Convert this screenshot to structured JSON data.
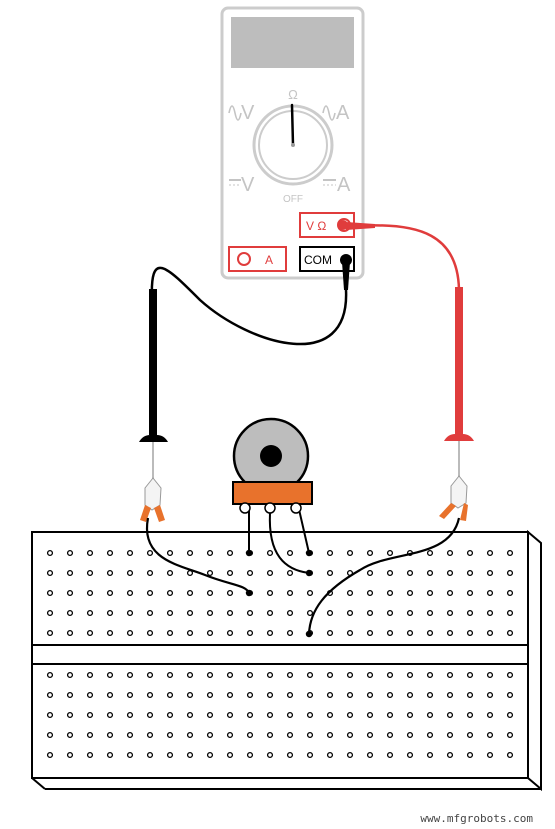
{
  "multimeter": {
    "dial_ohm": "Ω",
    "ac_v": "V",
    "ac_a": "A",
    "dc_v": "V",
    "dc_a": "A",
    "off": "OFF",
    "port_vohm": "V Ω",
    "port_amp": "A",
    "port_com": "COM",
    "colors": {
      "body": "#cccccc",
      "display": "#bdbdbd",
      "red": "#e03c3c",
      "black": "#000000"
    }
  },
  "breadboard": {
    "top_rows": 5,
    "bottom_rows": 5,
    "columns": 24
  },
  "watermark": "www.mfgrobots.com"
}
